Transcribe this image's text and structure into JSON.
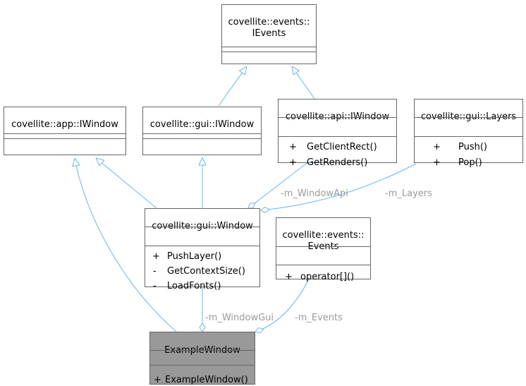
{
  "colors": {
    "edge": "#63b8ff",
    "border": "#666666",
    "focus_fill": "#999999",
    "label": "#9a9a9a"
  },
  "classes": {
    "ievents": {
      "title_1": "covellite::events::",
      "title_2": "IEvents"
    },
    "app_iwindow": {
      "title": "covellite::app::IWindow"
    },
    "gui_iwindow": {
      "title": "covellite::gui::IWindow"
    },
    "api_iwindow": {
      "title": "covellite::api::IWindow",
      "methods": [
        {
          "vis": "+",
          "name": "GetClientRect()"
        },
        {
          "vis": "+",
          "name": "GetRenders()"
        }
      ]
    },
    "gui_layers": {
      "title": "covellite::gui::Layers",
      "methods": [
        {
          "vis": "+",
          "name": "Push()"
        },
        {
          "vis": "+",
          "name": "Pop()"
        }
      ]
    },
    "gui_window": {
      "title": "covellite::gui::Window",
      "methods": [
        {
          "vis": "+",
          "name": "PushLayer()"
        },
        {
          "vis": "-",
          "name": "GetContextSize()"
        },
        {
          "vis": "-",
          "name": "LoadFonts()"
        }
      ]
    },
    "events": {
      "title_1": "covellite::events::",
      "title_2": "Events",
      "methods": [
        {
          "vis": "+",
          "name": "operator[]()"
        }
      ]
    },
    "example_window": {
      "title": "ExampleWindow",
      "methods": [
        {
          "vis": "+",
          "name": "ExampleWindow()"
        }
      ]
    }
  },
  "edge_labels": {
    "window_api": "-m_WindowApi",
    "layers": "-m_Layers",
    "window_gui": "-m_WindowGui",
    "events": "-m_Events"
  }
}
